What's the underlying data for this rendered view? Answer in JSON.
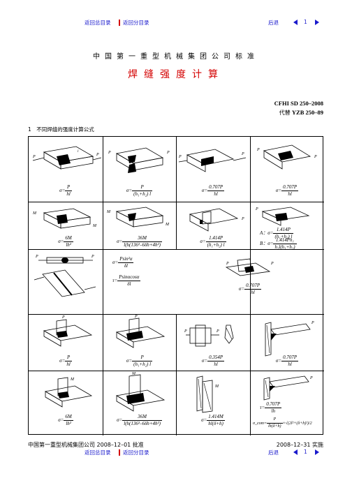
{
  "nav": {
    "back_to_main": "返回总目录",
    "back_to_section": "返回分目录",
    "back": "后退",
    "page": "1"
  },
  "header": {
    "standard_title": "中国第一重型机械集团公司标准",
    "doc_title": "焊缝强度计算",
    "std_code": "CFHI SD 250–2008",
    "replaces_prefix": "代替",
    "replaces_code": "YZB 250–89"
  },
  "section": {
    "heading": "1　不同焊缝的强度计算公式"
  },
  "formulas": {
    "r1c1": {
      "lhs": "σ=",
      "num": "P",
      "den": "hl"
    },
    "r1c2": {
      "lhs": "σ=",
      "num": "P",
      "den": "(h₁+h₂) l"
    },
    "r1c3": {
      "lhs": "σ=",
      "num": "0.707P",
      "den": "hl"
    },
    "r1c4": {
      "lhs": "σ=",
      "num": "0.707P",
      "den": "hl"
    },
    "r2c1": {
      "lhs": "σ=",
      "num": "6M",
      "den": "lh²"
    },
    "r2c2": {
      "lhs": "σ=",
      "num": "36M",
      "den": "l(h(136²–6δh+4h²)"
    },
    "r2c3": {
      "lhs": "σ=",
      "num": "1.414P",
      "den": "(h₁+h₂) l"
    },
    "r2c4a": {
      "lhs": "A：σ=",
      "num": "1.414P",
      "den": "(h₁+h₂)  l"
    },
    "r2c4b": {
      "lhs": "B：σ=",
      "num": "1.414Ph₁",
      "den": "h₂l(h₁+h₂)"
    },
    "r3c2a": {
      "lhs": "σ=",
      "num": "Psin²α",
      "den": "δl"
    },
    "r3c2b": {
      "lhs": "τ=",
      "num": "Psinαcosα",
      "den": "δl"
    },
    "r3c3": {
      "lhs": "σ=",
      "num": "0.707P",
      "den": "hl"
    },
    "r4c1": {
      "lhs": "σ=",
      "num": "P",
      "den": "hl"
    },
    "r4c2": {
      "lhs": "σ=",
      "num": "P",
      "den": "(h₁+h₂) l"
    },
    "r4c3": {
      "lhs": "σ=",
      "num": "0.354P",
      "den": "hl"
    },
    "r4c4": {
      "lhs": "σ=",
      "num": "0.707P",
      "den": "hl"
    },
    "r5c1": {
      "lhs": "σ=",
      "num": "6M",
      "den": "lh²"
    },
    "r5c2": {
      "lhs": "σ=",
      "num": "36M",
      "den": "l(h(136²–6δh+4h²)"
    },
    "r5c3": {
      "lhs": "σ=",
      "num": "1.414M",
      "den": "hl(δ+h)"
    },
    "r5c4a": {
      "lhs": "τ=",
      "num": "0.707P",
      "den": "lh"
    },
    "r5c4b": {
      "lhs": "σ_com=",
      "num": "P",
      "den": "lh(δ+h)",
      "tail": "×√(2l²+(δ+h)²)/2"
    }
  },
  "footer": {
    "left": "中国第一重型机械集团公司 2008–12–01 批准",
    "right": "2008–12–31 实施"
  }
}
